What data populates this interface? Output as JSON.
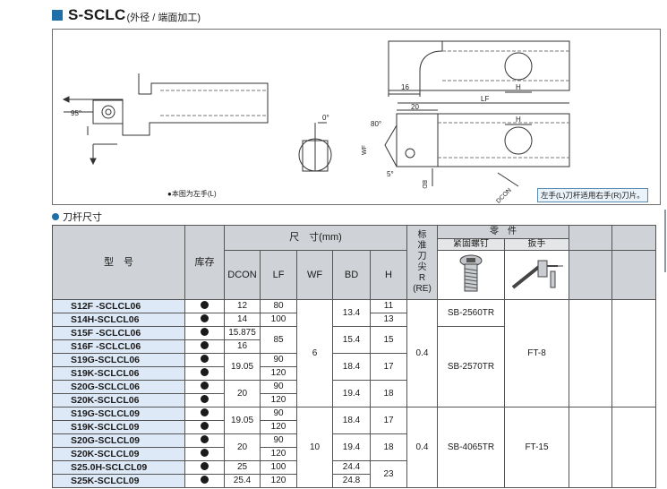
{
  "header": {
    "title": "S-SCLC",
    "subtitle": "(外径 / 端面加工)"
  },
  "diagram": {
    "angle_95": "95°",
    "angle_80": "80°",
    "angle_0": "0°",
    "angle_5": "5°",
    "dim_16": "16",
    "dim_20": "20",
    "label_h_top": "H",
    "label_h_mid": "H",
    "label_lf": "LF",
    "label_wf": "WF",
    "label_bd": "BD",
    "label_dcon": "DCON",
    "note_left": "●本图为左手(L)",
    "note_right": "左手(L)刀杆适用右手(R)刀片。"
  },
  "section": {
    "title": "刀杆尺寸"
  },
  "table": {
    "col_model": "型　号",
    "col_stock": "库存",
    "col_size": "尺　寸(mm)",
    "col_dcon": "DCON",
    "col_lf": "LF",
    "col_wf": "WF",
    "col_bd": "BD",
    "col_h": "H",
    "col_re_lines": [
      "标",
      "准",
      "刀",
      "尖",
      "R",
      "(RE)"
    ],
    "col_parts": "零　件",
    "col_screw": "紧固螺钉",
    "col_wrench": "扳手",
    "rows": [
      {
        "model": "S12F -SCLCL06",
        "dcon": "12",
        "lf": "80",
        "h": "11"
      },
      {
        "model": "S14H-SCLCL06",
        "dcon": "14",
        "lf": "100",
        "h": "13"
      },
      {
        "model": "S15F -SCLCL06",
        "dcon": "15.875"
      },
      {
        "model": "S16F -SCLCL06",
        "dcon": "16"
      },
      {
        "model": "S19G-SCLCL06",
        "lf": "90"
      },
      {
        "model": "S19K-SCLCL06",
        "lf": "120"
      },
      {
        "model": "S20G-SCLCL06",
        "lf": "90"
      },
      {
        "model": "S20K-SCLCL06",
        "lf": "120"
      },
      {
        "model": "S19G-SCLCL09",
        "lf": "90"
      },
      {
        "model": "S19K-SCLCL09",
        "lf": "120"
      },
      {
        "model": "S20G-SCLCL09",
        "lf": "90"
      },
      {
        "model": "S20K-SCLCL09",
        "lf": "120"
      },
      {
        "model": "S25.0H-SCLCL09",
        "dcon": "25",
        "lf": "100",
        "bd": "24.4"
      },
      {
        "model": "S25K-SCLCL09",
        "dcon": "25.4",
        "lf": "120",
        "bd": "24.8"
      }
    ],
    "merged": {
      "bd_13_4": "13.4",
      "lf_85": "85",
      "bd_15_4": "15.4",
      "h_15": "15",
      "dcon_19_05_a": "19.05",
      "bd_18_4_a": "18.4",
      "h_17_a": "17",
      "dcon_20_a": "20",
      "bd_19_4_a": "19.4",
      "h_18_a": "18",
      "wf_6": "6",
      "re_04_a": "0.4",
      "screw_a": "SB-2560TR",
      "screw_b": "SB-2570TR",
      "wrench_a": "FT-8",
      "dcon_19_05_b": "19.05",
      "bd_18_4_b": "18.4",
      "h_17_b": "17",
      "dcon_20_b": "20",
      "bd_19_4_b": "19.4",
      "h_18_b": "18",
      "wf_10": "10",
      "re_04_b": "0.4",
      "screw_c": "SB-4065TR",
      "wrench_b": "FT-15",
      "h_23": "23"
    }
  },
  "colors": {
    "accent": "#1f6fa8",
    "header_gray": "#cfd2d6",
    "model_blue": "#dde9f7"
  }
}
